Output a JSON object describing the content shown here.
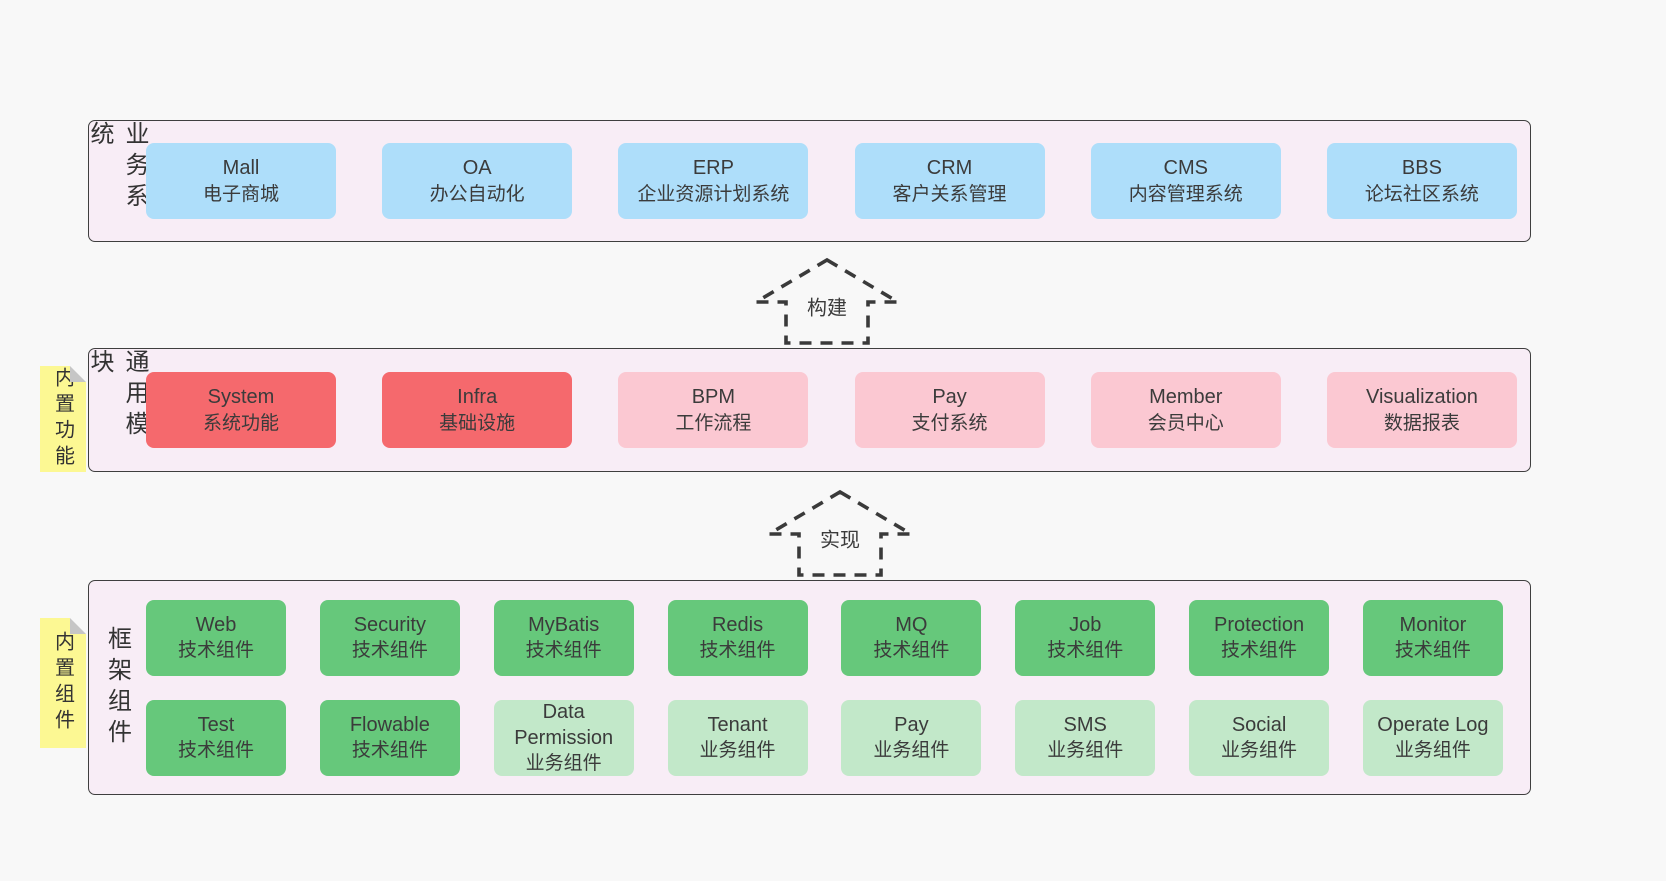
{
  "colors": {
    "page_bg": "#f8f8f8",
    "band_bg": "#f8edf6",
    "band_border": "#3f3f3f",
    "blue": "#aedefa",
    "red": "#f5696d",
    "pink": "#fbc8d2",
    "green_dark": "#66c87b",
    "green_light": "#c2e8c9",
    "sticky_yellow": "#fcf893",
    "text": "#3b3b3b"
  },
  "arrows": [
    {
      "label": "构建"
    },
    {
      "label": "实现"
    }
  ],
  "bands": [
    {
      "label": "业务系统",
      "rows": [
        [
          {
            "title": "Mall",
            "subtitle": "电子商城",
            "color": "blue"
          },
          {
            "title": "OA",
            "subtitle": "办公自动化",
            "color": "blue"
          },
          {
            "title": "ERP",
            "subtitle": "企业资源计划系统",
            "color": "blue"
          },
          {
            "title": "CRM",
            "subtitle": "客户关系管理",
            "color": "blue"
          },
          {
            "title": "CMS",
            "subtitle": "内容管理系统",
            "color": "blue"
          },
          {
            "title": "BBS",
            "subtitle": "论坛社区系统",
            "color": "blue"
          }
        ]
      ]
    },
    {
      "label": "通用模块",
      "sticky": "内置功能",
      "rows": [
        [
          {
            "title": "System",
            "subtitle": "系统功能",
            "color": "red"
          },
          {
            "title": "Infra",
            "subtitle": "基础设施",
            "color": "red"
          },
          {
            "title": "BPM",
            "subtitle": "工作流程",
            "color": "pink"
          },
          {
            "title": "Pay",
            "subtitle": "支付系统",
            "color": "pink"
          },
          {
            "title": "Member",
            "subtitle": "会员中心",
            "color": "pink"
          },
          {
            "title": "Visualization",
            "subtitle": "数据报表",
            "color": "pink"
          }
        ]
      ]
    },
    {
      "label": "框架组件",
      "sticky": "内置组件",
      "rows": [
        [
          {
            "title": "Web",
            "subtitle": "技术组件",
            "color": "gdark"
          },
          {
            "title": "Security",
            "subtitle": "技术组件",
            "color": "gdark"
          },
          {
            "title": "MyBatis",
            "subtitle": "技术组件",
            "color": "gdark"
          },
          {
            "title": "Redis",
            "subtitle": "技术组件",
            "color": "gdark"
          },
          {
            "title": "MQ",
            "subtitle": "技术组件",
            "color": "gdark"
          },
          {
            "title": "Job",
            "subtitle": "技术组件",
            "color": "gdark"
          },
          {
            "title": "Protection",
            "subtitle": "技术组件",
            "color": "gdark"
          },
          {
            "title": "Monitor",
            "subtitle": "技术组件",
            "color": "gdark"
          }
        ],
        [
          {
            "title": "Test",
            "subtitle": "技术组件",
            "color": "gdark"
          },
          {
            "title": "Flowable",
            "subtitle": "技术组件",
            "color": "gdark"
          },
          {
            "title": "Data Permission",
            "subtitle": "业务组件",
            "color": "glight"
          },
          {
            "title": "Tenant",
            "subtitle": "业务组件",
            "color": "glight"
          },
          {
            "title": "Pay",
            "subtitle": "业务组件",
            "color": "glight"
          },
          {
            "title": "SMS",
            "subtitle": "业务组件",
            "color": "glight"
          },
          {
            "title": "Social",
            "subtitle": "业务组件",
            "color": "glight"
          },
          {
            "title": "Operate Log",
            "subtitle": "业务组件",
            "color": "glight"
          }
        ]
      ]
    }
  ]
}
